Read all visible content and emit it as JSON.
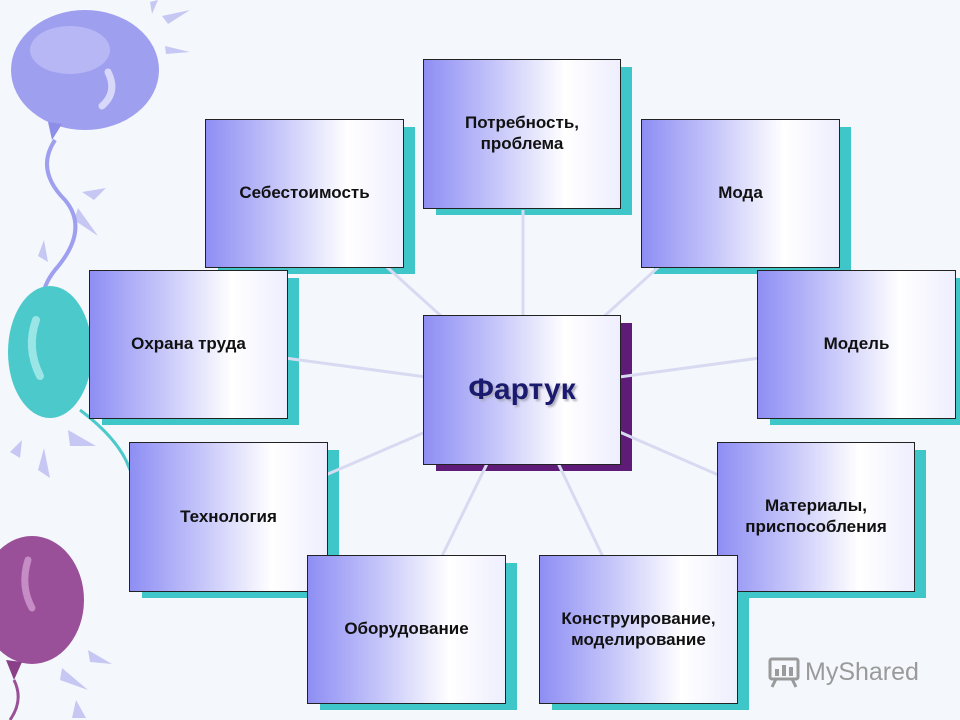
{
  "center": {
    "label": "Фартук"
  },
  "nodes": {
    "need": "Потребность,\nпроблема",
    "cost": "Себестоимость",
    "fashion": "Мода",
    "safety": "Охрана труда",
    "model": "Модель",
    "technology": "Технология",
    "materials": "Материалы,\nприспособления",
    "equipment": "Оборудование",
    "design": "Конструирование,\nмоделирование"
  },
  "watermark": {
    "text": "MyShared",
    "icon": "presentation-board-icon"
  },
  "colors": {
    "box_shadow": "#3fc6c8",
    "center_shadow": "#5e1c78",
    "box_gradient_left": "#8e8ef4",
    "box_gradient_right": "#ffffff",
    "connector": "#d8daf2",
    "balloon_blue": "#9f9ff0",
    "balloon_teal": "#4cc9cb",
    "balloon_purple": "#9a5098"
  }
}
